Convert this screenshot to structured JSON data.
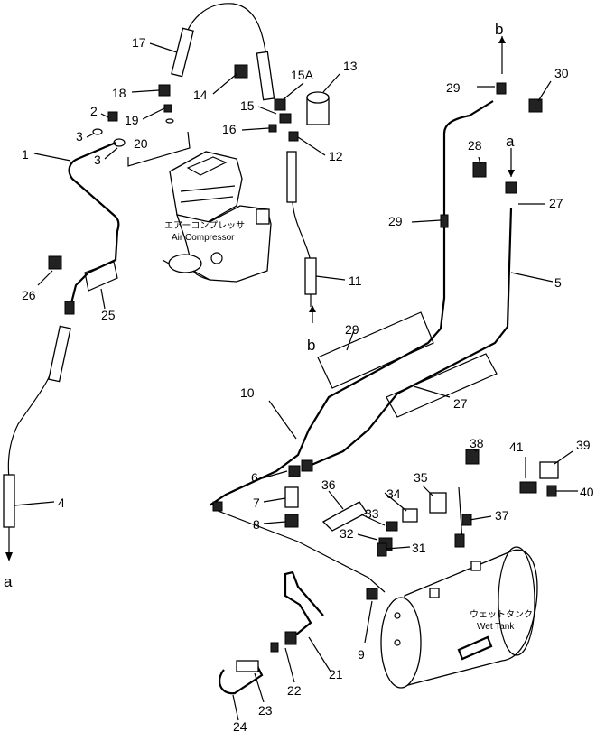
{
  "callouts": {
    "c1": "1",
    "c2": "2",
    "c3a": "3",
    "c3b": "3",
    "c4": "4",
    "c5": "5",
    "c6": "6",
    "c7": "7",
    "c8": "8",
    "c9": "9",
    "c10": "10",
    "c11": "11",
    "c12": "12",
    "c13": "13",
    "c14": "14",
    "c15": "15",
    "c15a": "15A",
    "c16": "16",
    "c17": "17",
    "c18": "18",
    "c19": "19",
    "c20": "20",
    "c21": "21",
    "c22": "22",
    "c23": "23",
    "c24": "24",
    "c25": "25",
    "c26": "26",
    "c27a": "27",
    "c27b": "27",
    "c28": "28",
    "c29a": "29",
    "c29b": "29",
    "c29c": "29",
    "c30": "30",
    "c31": "31",
    "c32": "32",
    "c33": "33",
    "c34": "34",
    "c35": "35",
    "c36": "36",
    "c37": "37",
    "c38": "38",
    "c39": "39",
    "c40": "40",
    "c41": "41"
  },
  "connectors": {
    "a_top": "a",
    "a_bottom": "a",
    "b_top": "b",
    "b_bottom": "b"
  },
  "labels": {
    "compressor_jp": "エアーコンプレッサ",
    "compressor_en": "Air Compressor",
    "tank_jp": "ウェットタンク",
    "tank_en": "Wet Tank"
  }
}
